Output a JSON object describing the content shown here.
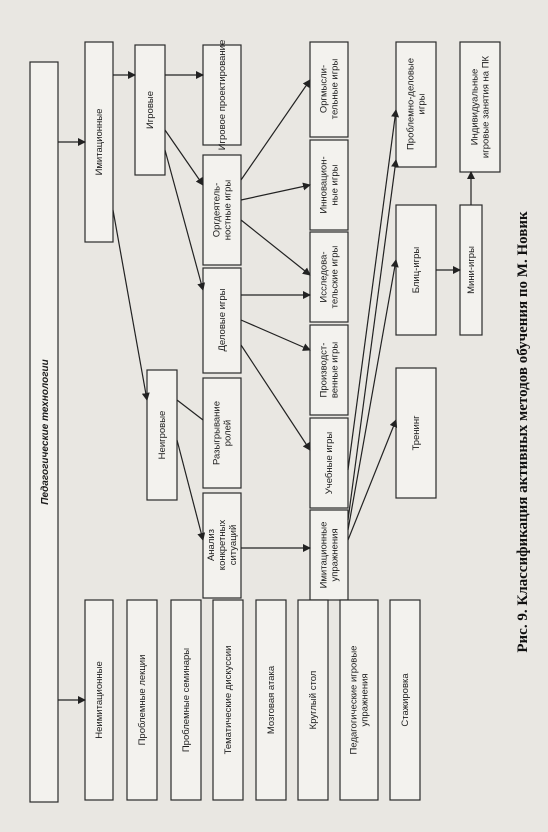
{
  "root": {
    "label": "Педагогические технологии"
  },
  "caption": "Рис. 9. Классификация активных методов обучения по М. Новик",
  "nodes": {
    "imitational": "Имитационные",
    "non_imitational": "Неимитационные",
    "game": "Игровые",
    "non_game": "Неигровые",
    "game_design": "Игровое проектирование",
    "org_activity_games": "Оргдеятель-\nностные игры",
    "business_games": "Деловые игры",
    "role_play": "Разыгрывание\nролей",
    "case_analysis": "Анализ\nконкретных\nситуаций",
    "orgthink_games": "Оргмысли-\nтельные игры",
    "innovation_games": "Инновацион-\nные игры",
    "research_games": "Исследова-\nтельские игры",
    "production_games": "Производст-\nвенные игры",
    "training_games": "Учебные игры",
    "imitation_exercises": "Имитационные\nупражнения",
    "problem_business_games": "Проблемно-деловые\nигры",
    "blitz_games": "Блиц-игры",
    "training": "Тренинг",
    "individual_game_pc": "Индивидуальные\nигровые занятия на ПК",
    "mini_games": "Мини-игры",
    "problem_lectures": "Проблемные лекции",
    "problem_seminars": "Проблемные семинары",
    "thematic_discussions": "Тематические дискуссии",
    "brainstorm": "Мозговая атака",
    "round_table": "Круглый стол",
    "ped_game_exercises": "Педагогические игровые\nупражнения",
    "internship": "Стажировка"
  }
}
